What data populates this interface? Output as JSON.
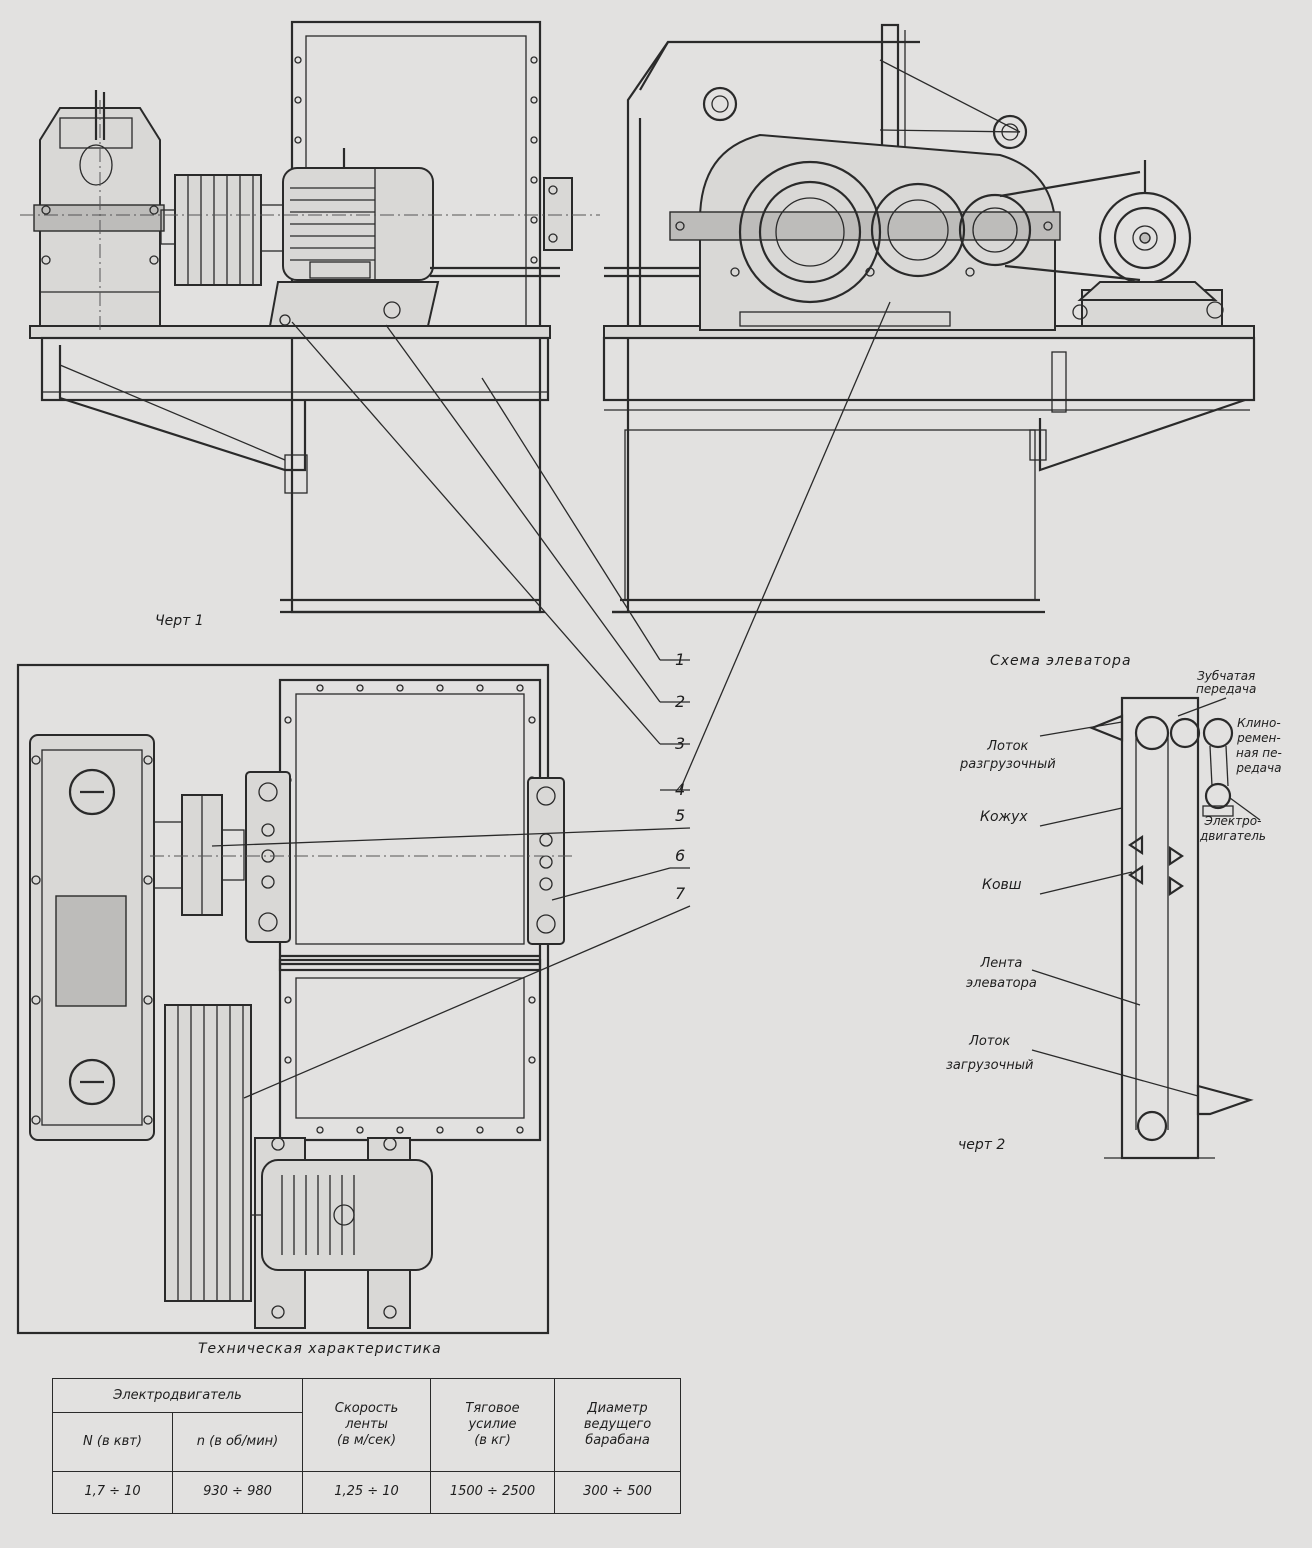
{
  "drawing1": {
    "caption": "Черт 1",
    "callouts": [
      "1",
      "2",
      "3",
      "4",
      "5",
      "6",
      "7"
    ]
  },
  "schema": {
    "title": "Схема элеватора",
    "caption": "черт 2",
    "labels": {
      "gear_drive": "Зубчатая\nпередача",
      "vbelt_drive": "Клино-\nремен-\nная пе-\nредача",
      "unloading_chute": "Лоток\nразгрузочный",
      "casing": "Кожух",
      "motor": "Электро-\nдвигатель",
      "bucket": "Ковш",
      "belt": "Лента\nэлеватора",
      "loading_chute": "Лоток\nзагрузочный"
    }
  },
  "specs": {
    "title": "Техническая характеристика",
    "motor_header": "Электродвигатель",
    "col_power": "N (в квт)",
    "col_rpm": "n (в об/мин)",
    "col_speed": "Скорость\nленты\n(в м/сек)",
    "col_force": "Тяговое\nусилие\n(в кг)",
    "col_diameter": "Диаметр\nведущего\nбарабана",
    "val_power": "1,7 ÷ 10",
    "val_rpm": "930 ÷ 980",
    "val_speed": "1,25 ÷ 10",
    "val_force": "1500 ÷ 2500",
    "val_diameter": "300 ÷ 500"
  }
}
